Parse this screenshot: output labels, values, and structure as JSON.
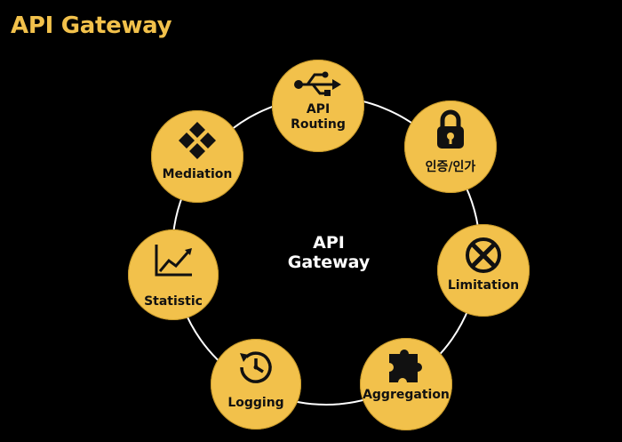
{
  "title": "API Gateway",
  "center": {
    "line1": "API",
    "line2": "Gateway"
  },
  "colors": {
    "accent": "#f2c14b",
    "background": "#000000",
    "ring": "#ffffff",
    "node_text": "#111111",
    "center_text": "#ffffff"
  },
  "nodes": {
    "api_routing": {
      "line1": "API",
      "line2": "Routing",
      "icon": "usb-icon"
    },
    "auth": {
      "label": "인증/인가",
      "icon": "padlock-icon"
    },
    "limitation": {
      "label": "Limitation",
      "icon": "circle-x-icon"
    },
    "aggregation": {
      "label": "Aggregation",
      "icon": "puzzle-piece-icon"
    },
    "logging": {
      "label": "Logging",
      "icon": "clock-history-icon"
    },
    "statistic": {
      "label": "Statistic",
      "icon": "line-chart-icon"
    },
    "mediation": {
      "label": "Mediation",
      "icon": "diamond-grid-icon"
    }
  }
}
